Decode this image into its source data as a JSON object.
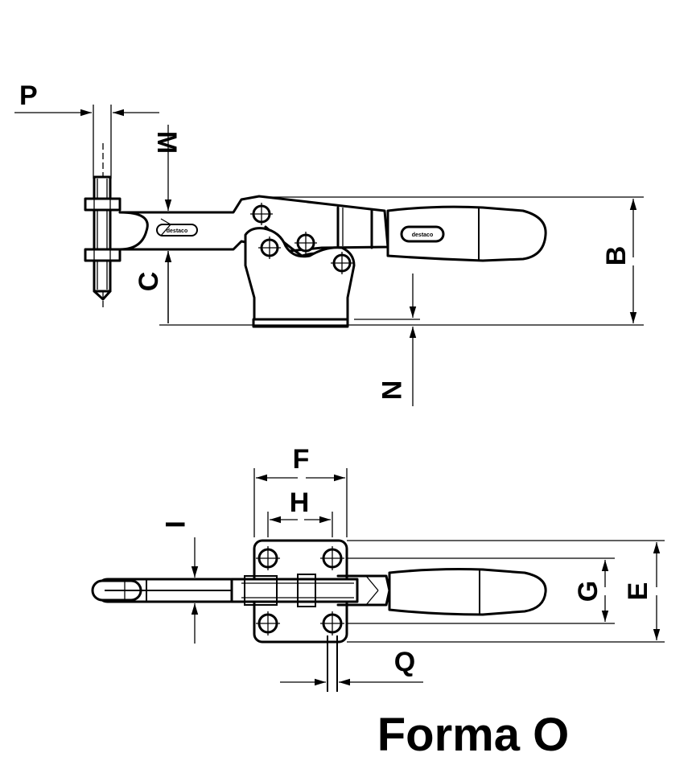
{
  "labels": {
    "P": "P",
    "M": "M",
    "B": "B",
    "C": "C",
    "N": "N",
    "F": "F",
    "H": "H",
    "I": "I",
    "G": "G",
    "E": "E",
    "Q": "Q"
  },
  "title": "Forma O"
}
